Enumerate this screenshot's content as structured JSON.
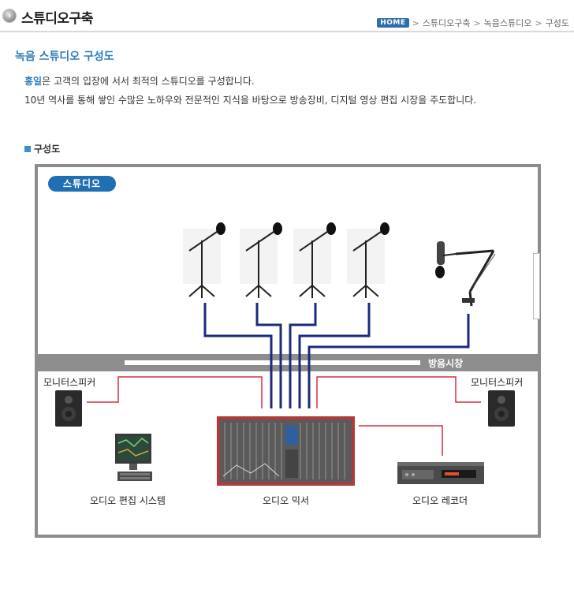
{
  "header": {
    "title": "스튜디오구축",
    "breadcrumb": [
      "HOME",
      "스튜디오구축",
      "녹음스튜디오",
      "구성도"
    ],
    "sep": ">"
  },
  "section": {
    "title": "녹음 스튜디오 구성도",
    "brand": "홍일",
    "intro_rest": "은 고객의 입장에 서서 최적의 스튜디오를 구성합니다.",
    "intro2": "10년 역사를 통해 쌓인 수많은 노하우와 전문적인 지식을 바탕으로 방송장비, 디지털 영상 편집 시장을 주도합니다."
  },
  "diagram": {
    "subtitle": "구성도",
    "studio_label": "스튜디오",
    "wall_label": "방음시창",
    "left_speaker_label": "모니터스피커",
    "right_speaker_label": "모니터스피커",
    "edit_system_label": "오디오 편집 시스템",
    "mixer_label": "오디오 믹서",
    "recorder_label": "오디오 레코더",
    "colors": {
      "mic_cable": "#1c2a7a",
      "speaker_cable": "#d62e3e",
      "frame": "#8d8d8d",
      "studio_pill": "#1f6fb2"
    }
  }
}
